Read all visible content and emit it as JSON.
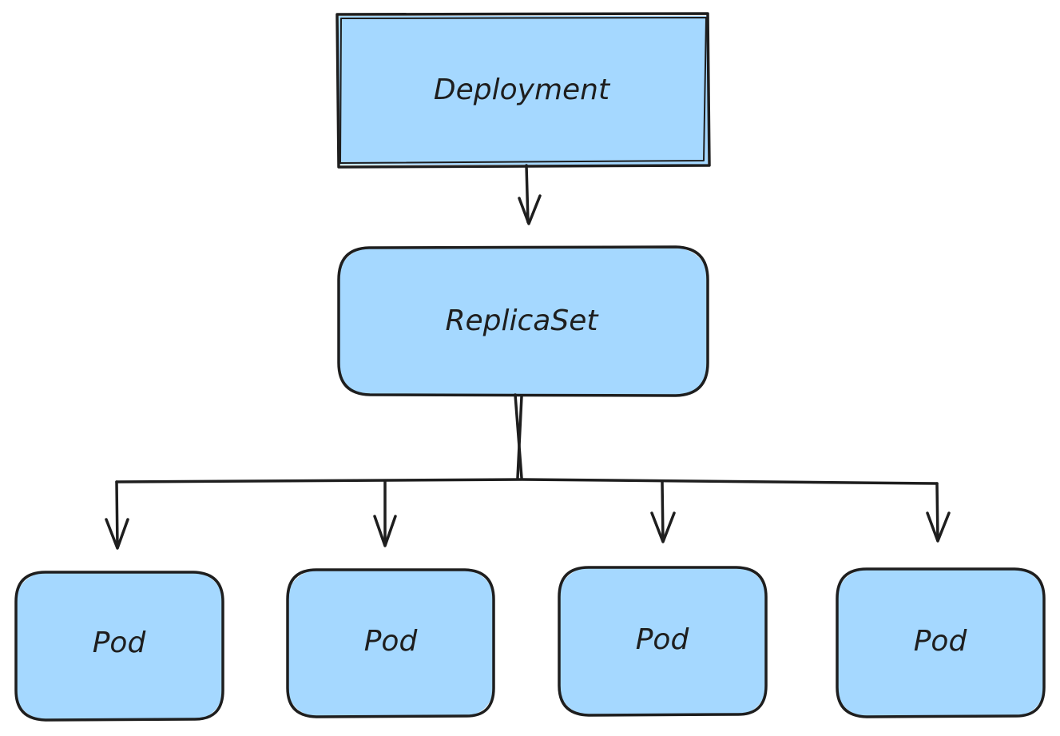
{
  "nodes": {
    "deployment": {
      "label": "Deployment"
    },
    "replicaset": {
      "label": "ReplicaSet"
    },
    "pods": [
      {
        "label": "Pod"
      },
      {
        "label": "Pod"
      },
      {
        "label": "Pod"
      },
      {
        "label": "Pod"
      }
    ]
  },
  "edges": [
    {
      "from": "Deployment",
      "to": "ReplicaSet"
    },
    {
      "from": "ReplicaSet",
      "to": "Pod"
    },
    {
      "from": "ReplicaSet",
      "to": "Pod"
    },
    {
      "from": "ReplicaSet",
      "to": "Pod"
    },
    {
      "from": "ReplicaSet",
      "to": "Pod"
    }
  ],
  "colors": {
    "node_fill": "#a5d8ff",
    "stroke": "#1e1e1e",
    "background": "#ffffff"
  }
}
